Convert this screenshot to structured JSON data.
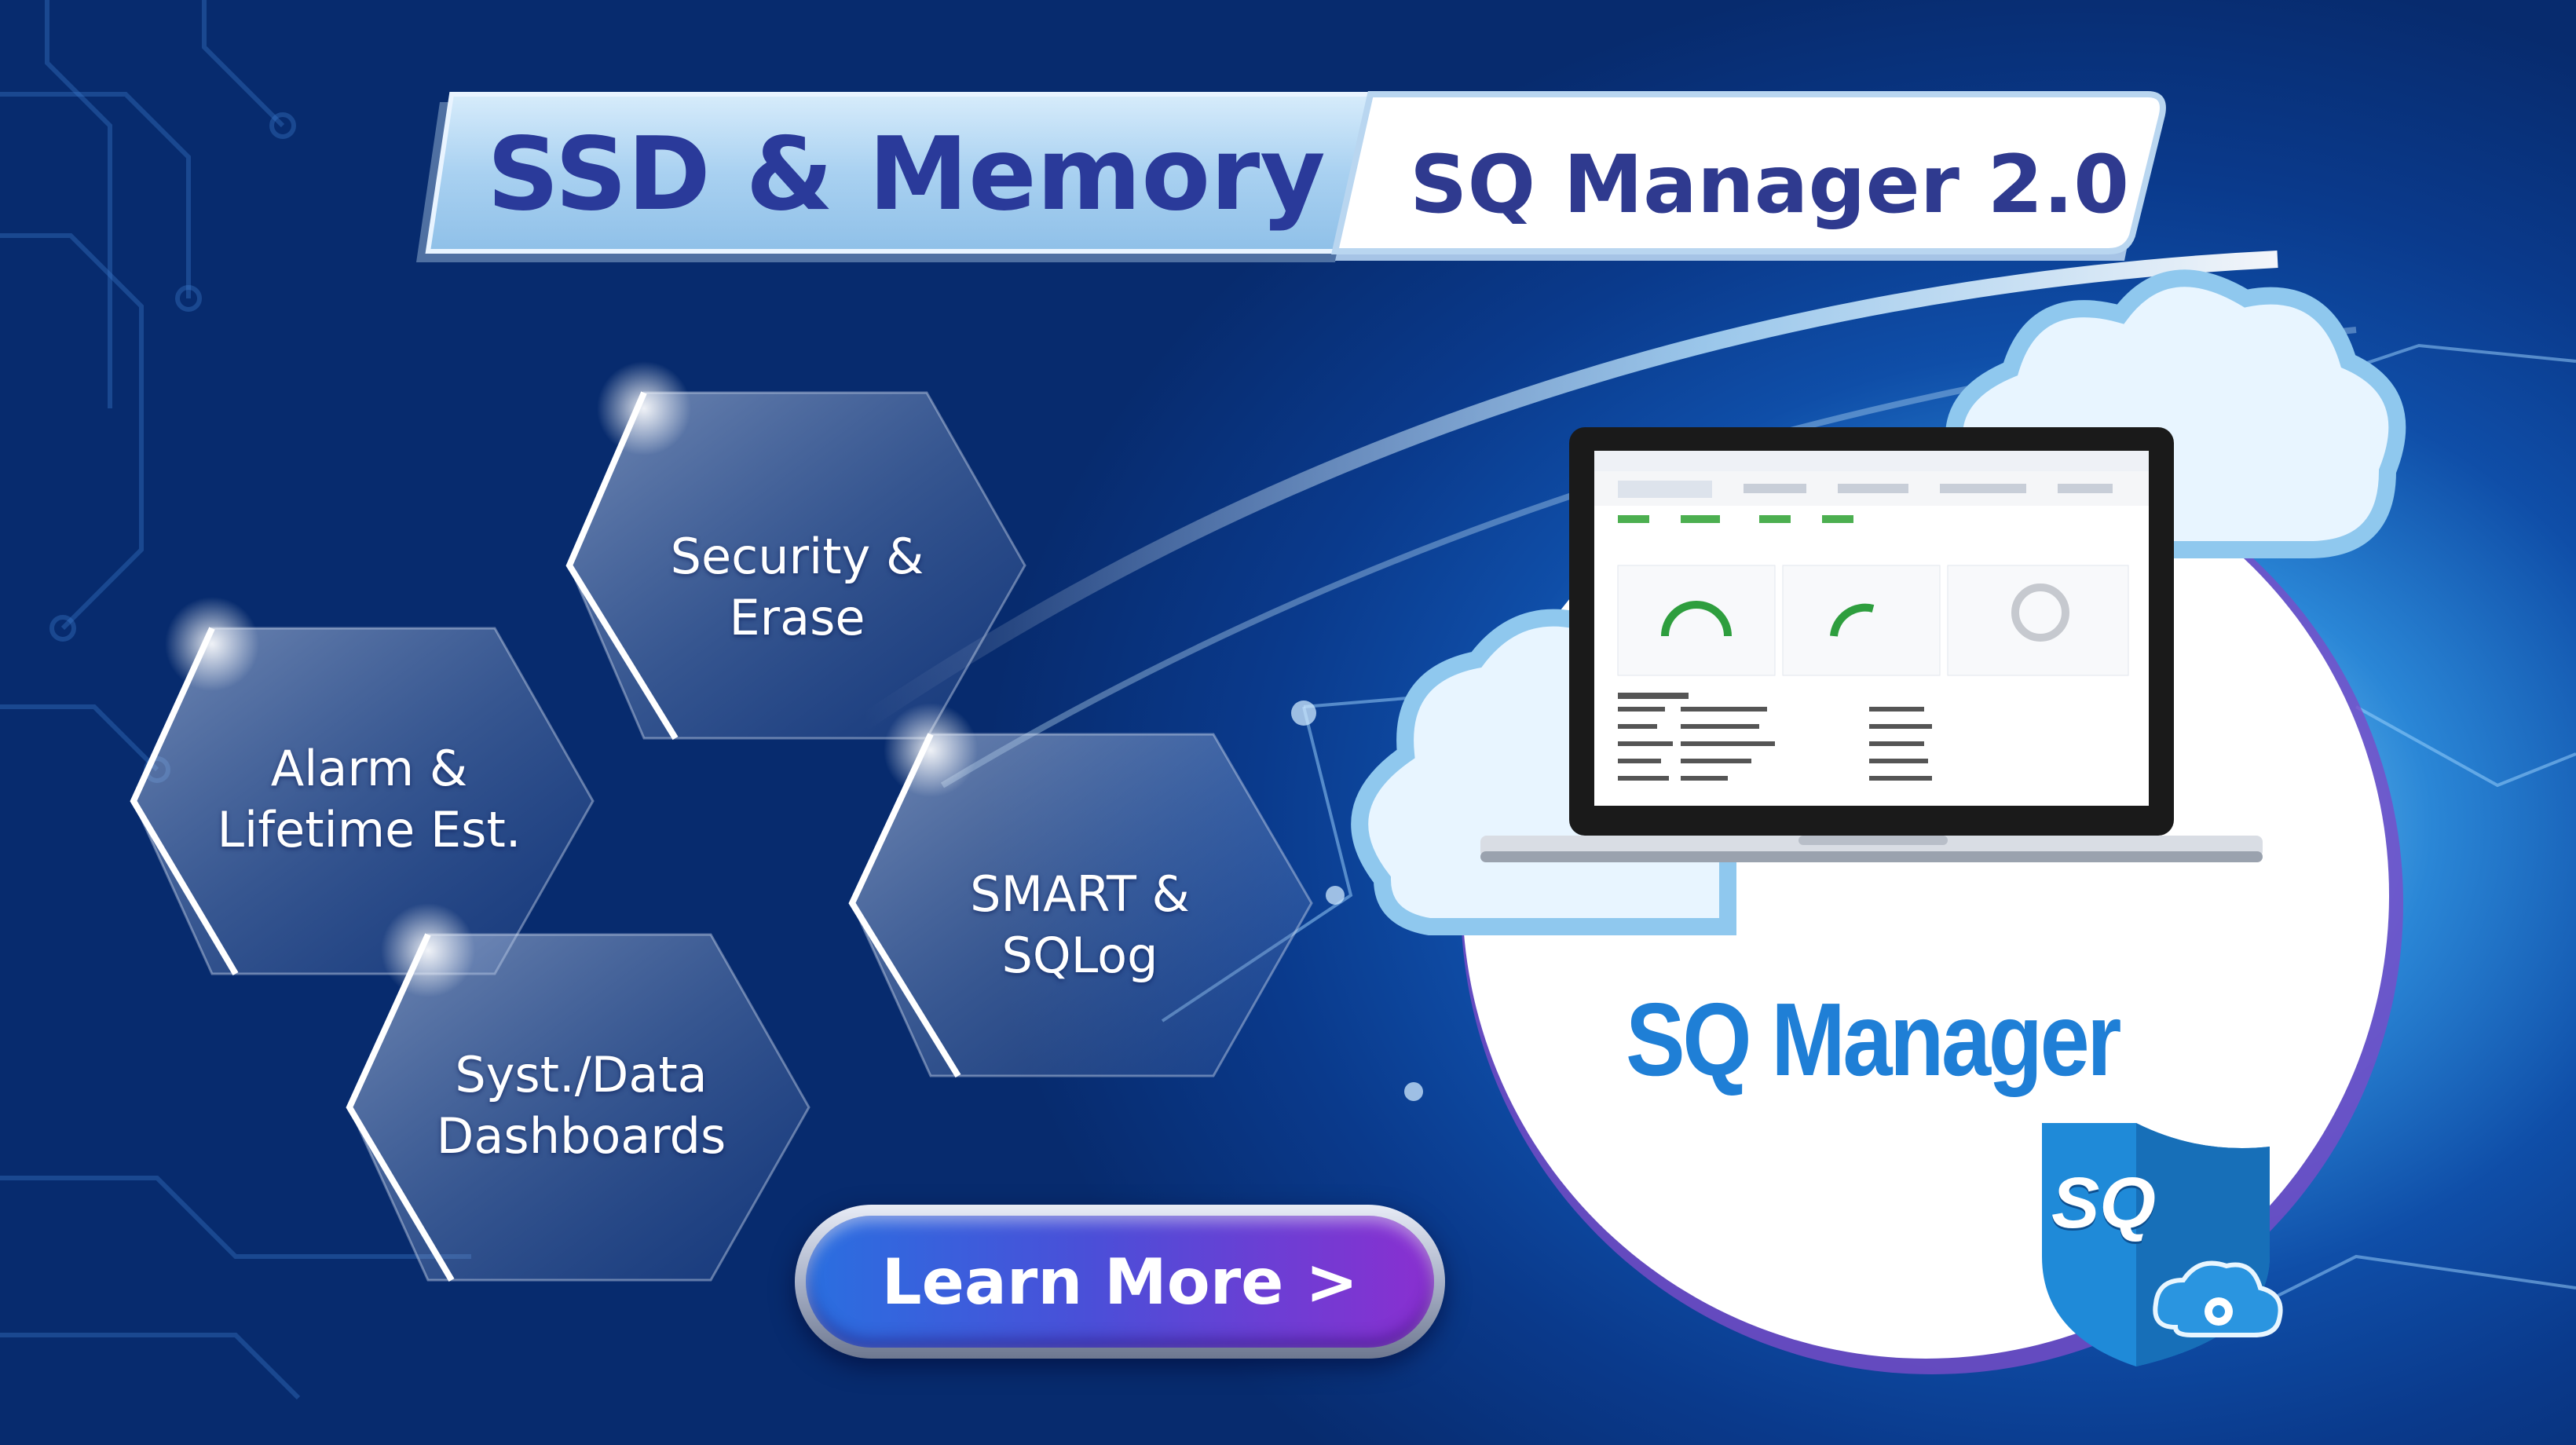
{
  "banner": {
    "title_left": "SSD & Memory",
    "title_right": "SQ Manager 2.0"
  },
  "features": [
    {
      "label": "Security &\nErase"
    },
    {
      "label": "Alarm &\nLifetime Est."
    },
    {
      "label": "SMART &\nSQLog"
    },
    {
      "label": "Syst./Data\nDashboards"
    }
  ],
  "cta": {
    "label": "Learn More >"
  },
  "brand": {
    "name": "SQ Manager",
    "shield_text": "SQ"
  },
  "colors": {
    "title_text": "#2a3a9a",
    "brand_blue": "#1f7fd6",
    "cta_start": "#2a6fe0",
    "cta_end": "#8a2fd0",
    "background_deep": "#072b6e"
  }
}
